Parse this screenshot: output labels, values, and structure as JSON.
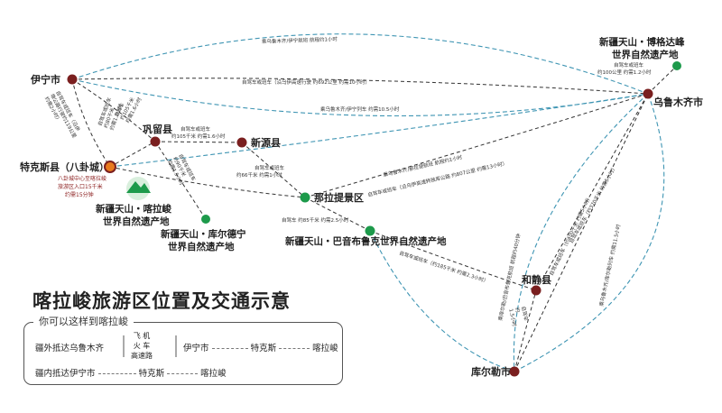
{
  "cities": {
    "yining": "伊宁市",
    "urumqi": "乌鲁木齐市",
    "tekes": "特克斯县（八卦城）",
    "gongliu": "巩留县",
    "xinyuan": "新源县",
    "hejing": "和静县",
    "korla": "库尔勒市",
    "nalati": "那拉提景区"
  },
  "sites": {
    "bogda": [
      "新疆天山・博格达峰",
      "世界自然遗产地"
    ],
    "kalajun": [
      "新疆天山・喀拉峻",
      "世界自然遗产地"
    ],
    "kurdening": [
      "新疆天山・库尔德宁",
      "世界自然遗产地"
    ],
    "bayanbulak": "新疆天山・巴音布鲁克世界自然遗产地"
  },
  "tekes_note": [
    "八卦城中心至喀拉峻",
    "旅游区入口15千米",
    "约需15分钟"
  ],
  "routes": {
    "yining_urumqi_air": "乘乌鲁木齐/伊宁航班  航程约1小时",
    "yining_urumqi_car": "自驾车或班车（沿乌伊高速行驶 约692公里 约需10小时）",
    "yining_urumqi_train": "乘乌鲁木齐/伊宁列车 约需10.5小时",
    "urumqi_bogda": [
      "自驾车或班车",
      "约100公里 约需1.2小时"
    ],
    "yining_tekes": [
      "自驾车或班车（沿伊",
      "墩公路行驶约119公里",
      "约需2小时）"
    ],
    "gongliu_tekes": [
      "自驾车或班车",
      "约80千米",
      "约需1.2小时"
    ],
    "yining_gongliu": [
      "自驾车",
      "约105千米",
      "约需1.6小时"
    ],
    "gongliu_xinyuan": [
      "自驾车或班车",
      "约105千米 约需1.6小时"
    ],
    "gongliu_kurdening": [
      "自驾车或班车",
      "约90千米",
      "约需1.5小时"
    ],
    "xinyuan_nalati": [
      "自驾车或班车",
      "约66千米 约需1小时"
    ],
    "urumqi_nalati_air": "乘乌鲁木齐/那拉提航班  航程约1小时",
    "urumqi_nalati_car": "自驾车或班车（沿乌伊高速转独库公路 约807公里 约需13小时）",
    "nalati_bayanbulak": "自驾车 约85千米 约需2.5小时",
    "bayanbulak_hejing": "自驾车或班车（约185千米 约需2.3小时）",
    "korla_bayanbulak_air": "乘库尔勒/巴音布鲁克航班  航程约40分钟",
    "korla_urumqi_car": "自驾车或班车（约400千米 约需5小时）",
    "hejing_urumqi": "自驾车或班车（约370千米 约需5小时）",
    "korla_hejing": [
      "自驾车",
      "约",
      "1.5小时"
    ],
    "korla_urumqi_train": "乘乌鲁木齐/库尔勒列车 约需11.5小时"
  },
  "title": "喀拉峻旅游区位置及交通示意",
  "how": {
    "heading": "你可以这样到喀拉峻",
    "row1_start": "疆外抵达乌鲁木齐",
    "modes": [
      "飞  机",
      "火  车",
      "高速路"
    ],
    "row1_city1": "伊宁市",
    "row1_city2": "特克斯",
    "row1_end": "喀拉峻",
    "row2_start": "疆内抵达伊宁市",
    "row2_city": "特克斯",
    "row2_end": "喀拉峻"
  },
  "colors": {
    "city_dot": "#7a1f1f",
    "site_dot": "#1d9a4b",
    "blue_route": "#3f95b3",
    "black_route": "#333333"
  }
}
